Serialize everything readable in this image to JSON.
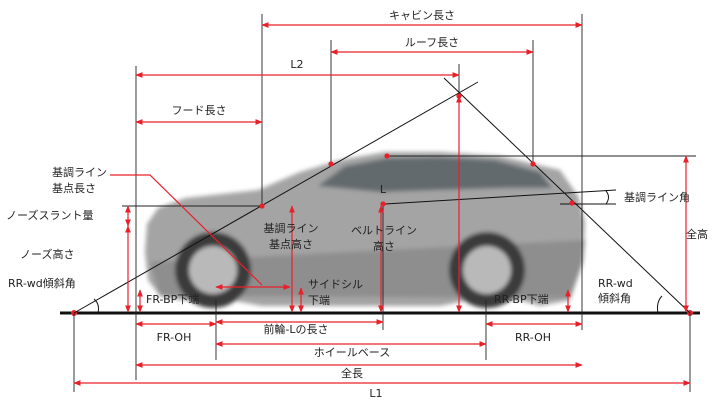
{
  "labels": {
    "cabin_length": "キャビン長さ",
    "roof_length": "ルーフ長さ",
    "l2": "L2",
    "hood_length": "フード長さ",
    "base_line_origin_length_1": "基調ライン",
    "base_line_origin_length_2": "基点長さ",
    "nose_slant": "ノーズスラント量",
    "nose_height": "ノーズ高さ",
    "rr_wd_angle_left": "RR-wd傾斜角",
    "l_point": "L",
    "base_line_angle": "基調ライン角",
    "total_height": "全高",
    "base_line_origin_height_1": "基調ライン",
    "base_line_origin_height_2": "基点高さ",
    "belt_line_height_1": "ベルトライン",
    "belt_line_height_2": "高さ",
    "side_sill_1": "サイドシル",
    "side_sill_2": "下端",
    "fr_bp_bottom": "FR-BP下端",
    "rr_bp_bottom": "RR-BP下端",
    "rr_wd_angle_right_1": "RR-wd",
    "rr_wd_angle_right_2": "傾斜角",
    "fr_oh": "FR-OH",
    "front_wheel_l_length": "前輪-Lの長さ",
    "rr_oh": "RR-OH",
    "wheelbase": "ホイールベース",
    "overall_length": "全長",
    "l1": "L1"
  },
  "colors": {
    "dimension_line": "#e8202a",
    "construction_line": "#111111",
    "car_body": "#9a9a9a",
    "window": "#5f6468",
    "tire": "#3a3a3a"
  }
}
